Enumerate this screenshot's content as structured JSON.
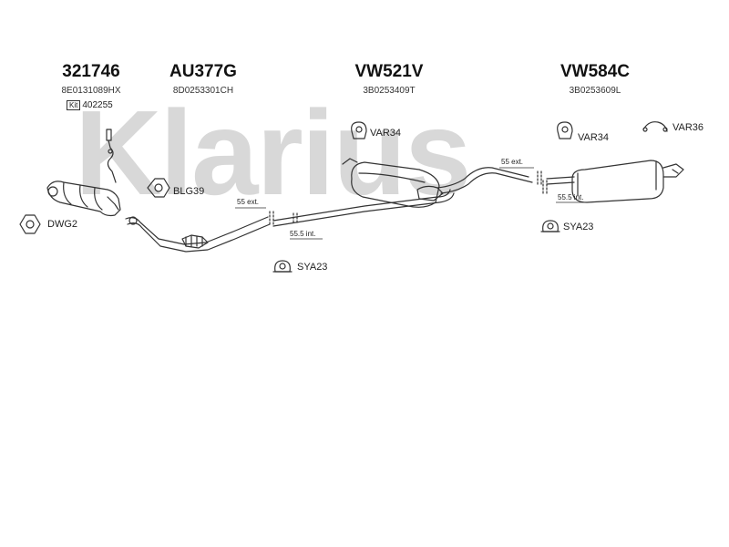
{
  "brand_watermark": "Klarius",
  "parts": [
    {
      "number": "321746",
      "oem": "8E0131089HX"
    },
    {
      "number": "AU377G",
      "oem": "8D0253301CH"
    },
    {
      "number": "VW521V",
      "oem": "3B0253409T"
    },
    {
      "number": "VW584C",
      "oem": "3B0253609L"
    }
  ],
  "kit": {
    "badge": "Kit",
    "number": "402255"
  },
  "fittings": {
    "var34_a": "VAR34",
    "var34_b": "VAR34",
    "var36": "VAR36",
    "blg39": "BLG39",
    "dwg2": "DWG2",
    "sya23_a": "SYA23",
    "sya23_b": "SYA23"
  },
  "dimensions": {
    "ext_a": "55 ext.",
    "int_a": "55.5 int.",
    "ext_b": "55 ext.",
    "int_b": "55.5 int."
  },
  "colors": {
    "watermark": "#d8d8d8",
    "line": "#333333"
  }
}
